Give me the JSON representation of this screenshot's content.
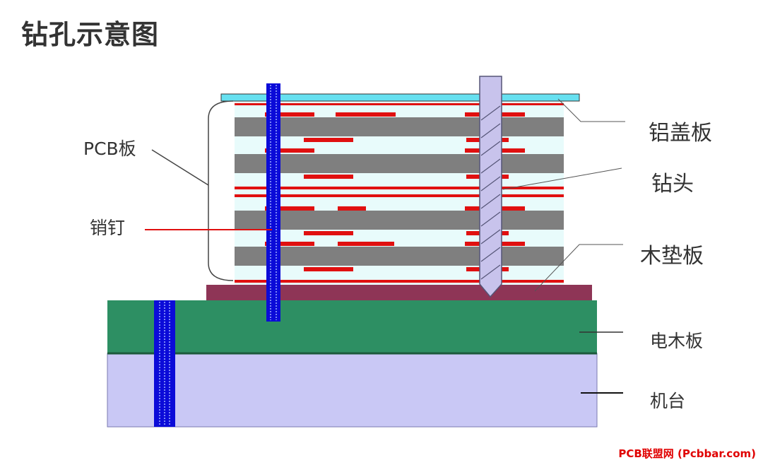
{
  "title": "钻孔示意图",
  "labels": {
    "pcb": "PCB板",
    "pin": "销钉",
    "aluminum_cover": "铝盖板",
    "drill_bit": "钻头",
    "wood_backer": "木垫板",
    "electric_wood_board": "电木板",
    "machine_table": "机台"
  },
  "watermark": "PCB联盟网 (Pcbbar.com)",
  "colors": {
    "aluminum_cover": "#66e0f0",
    "inner_layer_bg": "#e8fbfb",
    "core": "#7f7f7f",
    "copper": "#e01010",
    "wood_backer": "#8e3556",
    "electric_wood": "#2d8f63",
    "machine_table": "#c9c8f5",
    "pin": "#0b0bd8",
    "drill": "#c8c3ec"
  }
}
